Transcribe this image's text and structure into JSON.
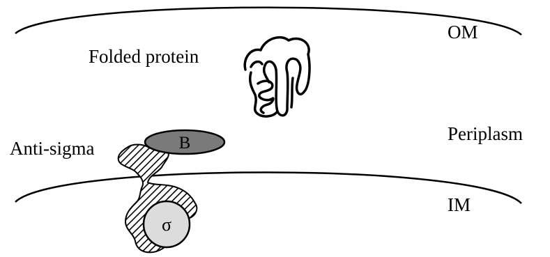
{
  "labels": {
    "outer_membrane": "OM",
    "periplasm": "Periplasm",
    "inner_membrane": "IM",
    "folded_protein": "Folded protein",
    "anti_sigma": "Anti-sigma"
  },
  "markers": {
    "b_domain": "B",
    "sigma": "σ"
  },
  "colors": {
    "ink": "#000000",
    "b_domain_fill": "#7a7a7a",
    "sigma_fill": "#dcdcdc",
    "background": "#ffffff"
  }
}
